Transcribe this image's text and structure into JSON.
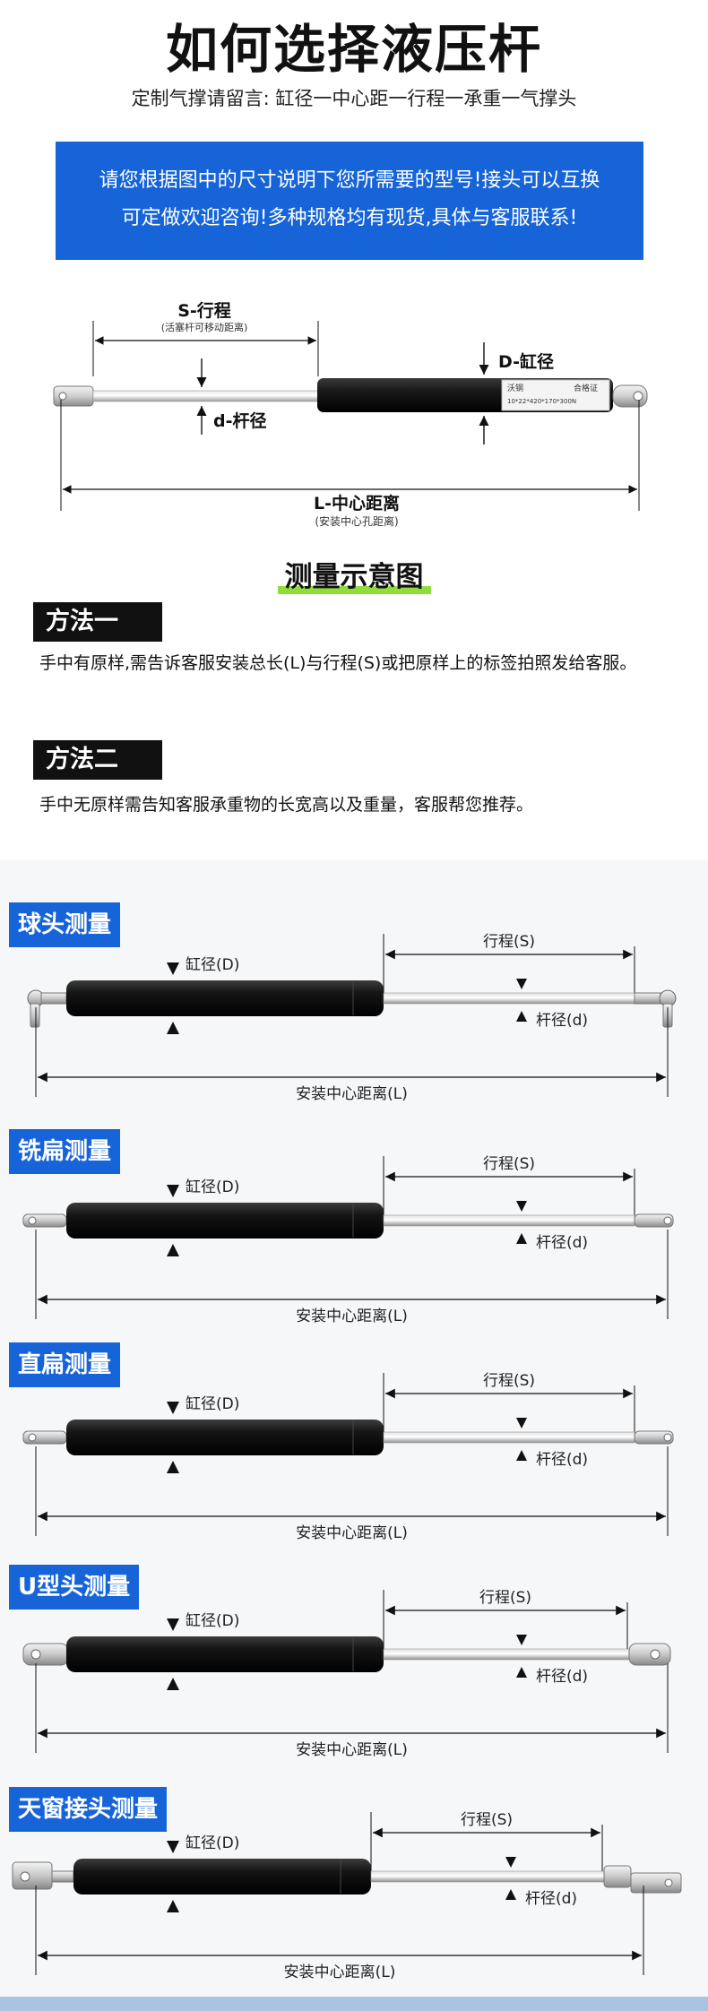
{
  "header": {
    "title": "如何选择液压杆",
    "subtitle": "定制气撑请留言: 缸径一中心距一行程一承重一气撑头"
  },
  "notice": {
    "line1": "请您根据图中的尺寸说明下您所需要的型号!接头可以互换",
    "line2": "可定做欢迎咨询!多种规格均有现货,具体与客服联系!"
  },
  "diagram": {
    "stroke_label": "S-行程",
    "stroke_note": "(活塞杆可移动距离)",
    "rod_label": "d-杆径",
    "cylinder_label": "D-缸径",
    "center_label": "L-中心距离",
    "center_note": "(安装中心孔距离)",
    "product_label": "沃钢",
    "product_label2": "合格证",
    "product_spec": "10*22*420*170*300N"
  },
  "measure_heading": "测量示意图",
  "methods": [
    {
      "tag": "方法一",
      "text": "手中有原样,需告诉客服安装总长(L)与行程(S)或把原样上的标签拍照发给客服。"
    },
    {
      "tag": "方法二",
      "text": "手中无原样需告知客服承重物的长宽高以及重量，客服帮您推荐。"
    }
  ],
  "labels": {
    "stroke": "行程(S)",
    "cylinder": "缸径(D)",
    "rod": "杆径(d)",
    "center": "安装中心距离(L)"
  },
  "measurements": [
    {
      "name": "球头测量",
      "end_type": "ball"
    },
    {
      "name": "铣扁测量",
      "end_type": "milled"
    },
    {
      "name": "直扁测量",
      "end_type": "flat"
    },
    {
      "name": "U型头测量",
      "end_type": "u"
    },
    {
      "name": "天窗接头测量",
      "end_type": "skylight"
    }
  ],
  "colors": {
    "accent_blue": "#1664d8",
    "highlight_green": "#8fdc3a",
    "tag_black": "#111111"
  }
}
